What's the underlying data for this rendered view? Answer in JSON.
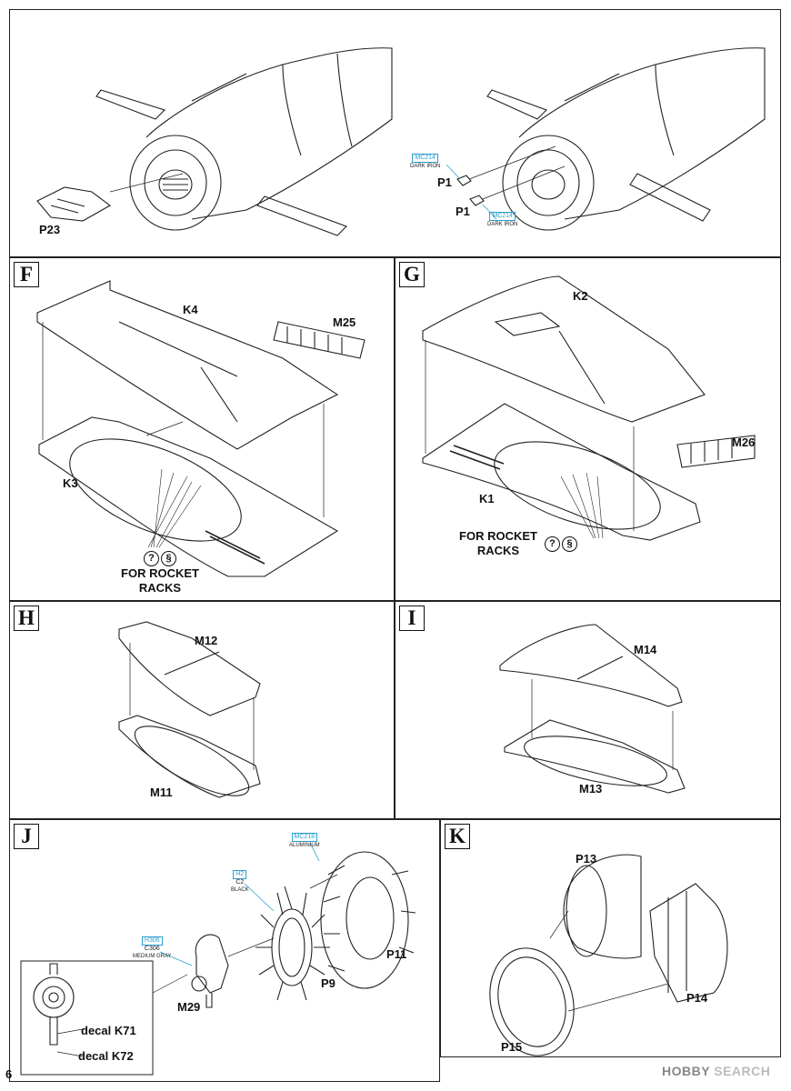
{
  "page_number": "6",
  "watermark": {
    "brand": "HOBBY",
    "suffix": "SEARCH"
  },
  "top": {
    "labels": [
      "P23",
      "P1",
      "P1"
    ],
    "paints": [
      {
        "code": "MC214",
        "name": "DARK IRON"
      },
      {
        "code": "MC214",
        "name": "DARK IRON"
      }
    ]
  },
  "panel_f": {
    "letter": "F",
    "labels": [
      "K4",
      "M25",
      "K3"
    ],
    "note": "FOR ROCKET RACKS",
    "icons": [
      "?",
      "§"
    ]
  },
  "panel_g": {
    "letter": "G",
    "labels": [
      "K2",
      "M26",
      "K1"
    ],
    "note": "FOR ROCKET RACKS",
    "icons": [
      "?",
      "§"
    ]
  },
  "panel_h": {
    "letter": "H",
    "labels": [
      "M12",
      "M11"
    ]
  },
  "panel_i": {
    "letter": "I",
    "labels": [
      "M14",
      "M13"
    ]
  },
  "panel_j": {
    "letter": "J",
    "labels": [
      "P11",
      "P9",
      "M29"
    ],
    "paint_aluminium": {
      "code": "MC218",
      "name": "ALUMINIUM"
    },
    "paint_black": {
      "code": "H2",
      "code2": "C2",
      "name": "BLACK"
    },
    "paint_gray": {
      "code": "H306",
      "code2": "C306",
      "name": "MEDIUM GRAY"
    },
    "decals": [
      "decal K71",
      "decal K72"
    ]
  },
  "panel_k": {
    "letter": "K",
    "labels": [
      "P13",
      "P14",
      "P15"
    ]
  }
}
